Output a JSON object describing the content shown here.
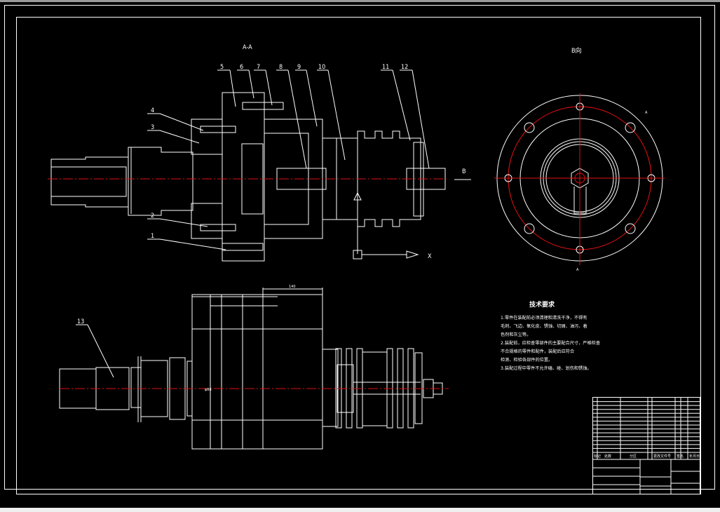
{
  "view_labels": {
    "section_view": "A-A",
    "b_view": "B向",
    "direction_arrow": "B",
    "axis_x": "X",
    "section_marker_top": "A",
    "section_marker_bottom": "A"
  },
  "part_balloons": [
    "1",
    "2",
    "3",
    "4",
    "5",
    "6",
    "7",
    "8",
    "9",
    "10",
    "11",
    "12",
    "13"
  ],
  "dimensions": {
    "overall_length": "140",
    "dia_label": "φ88"
  },
  "technical_requirements": {
    "title": "技术要求",
    "lines": [
      "1.零件在装配前必须清理和清洗干净，不得有",
      "毛刺、飞边、氧化皮、锈蚀、切屑、油污、着",
      "色剂和灰尘等。",
      "2.装配前，应检查零部件的主要配合尺寸，严格检查",
      "不合规格的零件和配件，装配后应符合",
      "检测、检验各部件的位置。",
      "3.装配过程中零件不允许磕、碰、划伤和锈蚀。"
    ]
  },
  "title_block": {
    "header_labels": [
      "标记",
      "处数",
      "分区",
      "更改文件号",
      "签名",
      "年月日"
    ],
    "rows": 14
  },
  "colors": {
    "background": "#000000",
    "line": "#ffffff",
    "centerline": "#e01010"
  }
}
